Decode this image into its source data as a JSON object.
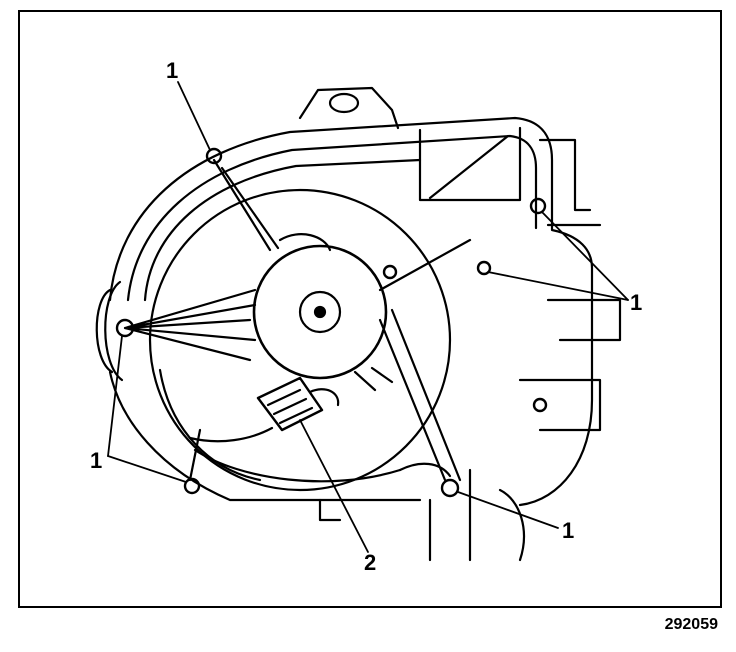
{
  "diagram": {
    "callouts": {
      "fastener_top": "1",
      "fastener_right": "1",
      "fastener_left": "1",
      "fastener_bottom_right": "1",
      "connector": "2"
    },
    "figure_number": "292059"
  },
  "colors": {
    "ink": "#000000",
    "paper": "#ffffff"
  }
}
